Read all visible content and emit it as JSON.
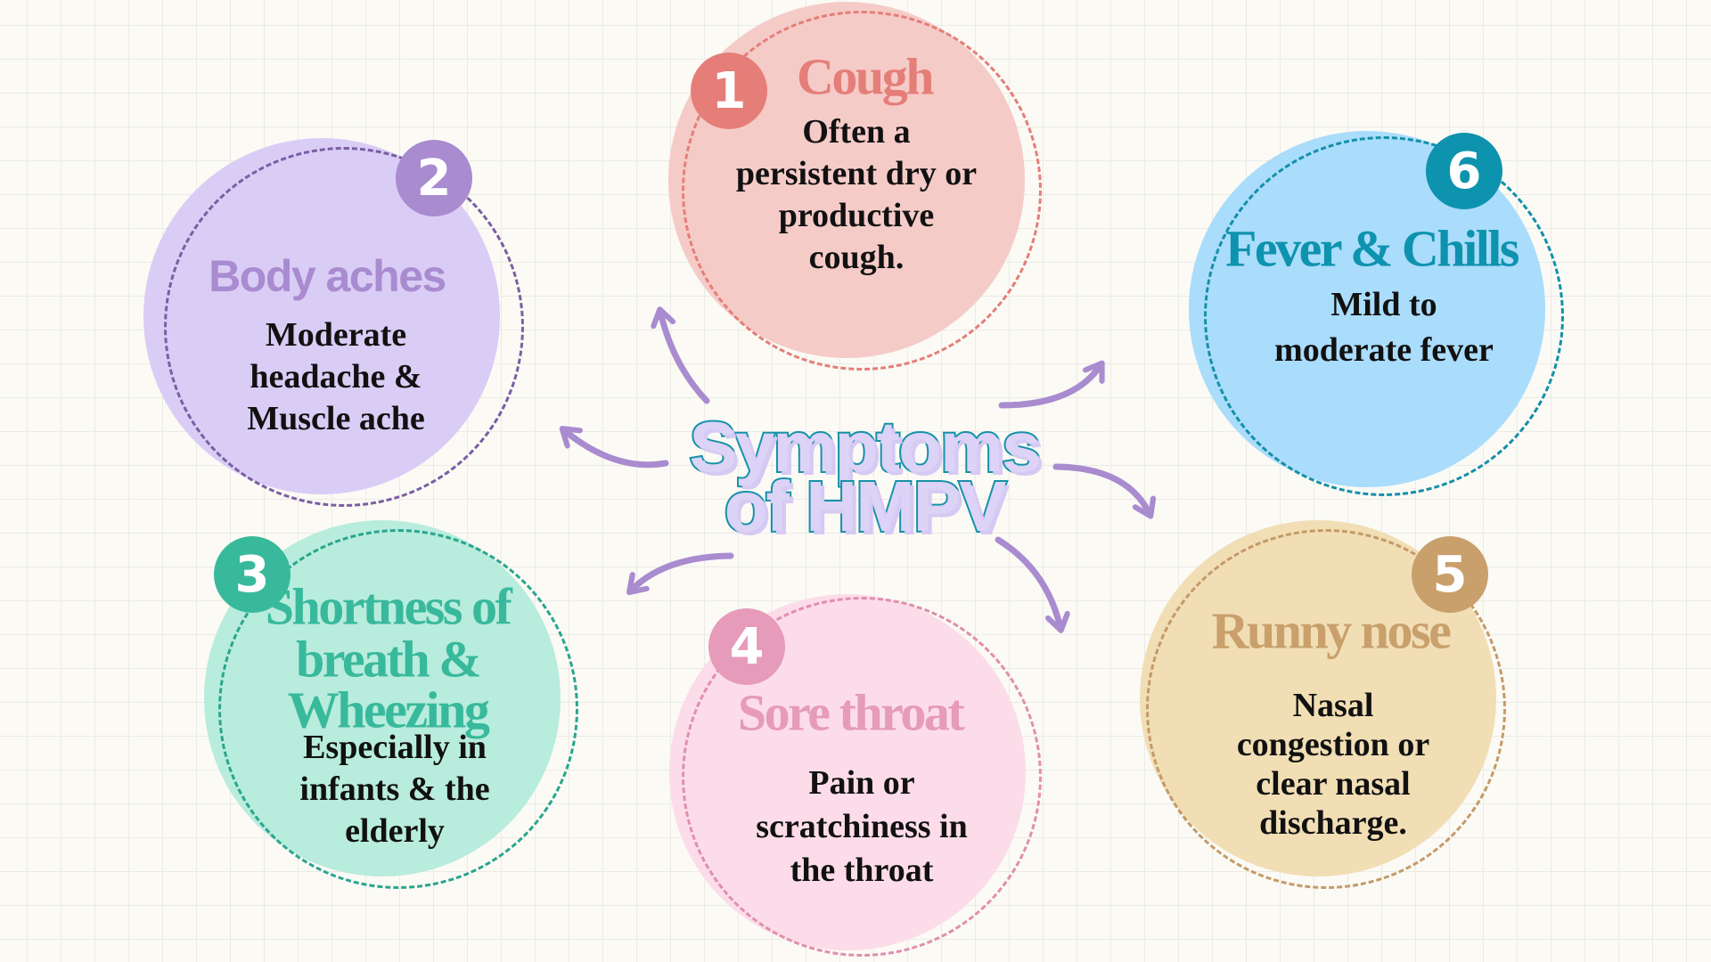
{
  "title": {
    "line1": "Symptoms",
    "line2": "of HMPV"
  },
  "cards": [
    {
      "number": "1",
      "heading": [
        "Cough"
      ],
      "body": [
        "Often a",
        "persistent dry or",
        "productive",
        "cough."
      ],
      "fill": "#f5cbc8",
      "accent": "#e57e78",
      "dash": "#e57e78"
    },
    {
      "number": "2",
      "heading": [
        "Body aches"
      ],
      "body": [
        "Moderate",
        "headache &",
        "Muscle ache"
      ],
      "fill": "#d9cdf6",
      "accent": "#a98bd0",
      "dash": "#7b5ea3"
    },
    {
      "number": "3",
      "heading": [
        "Shortness of",
        "breath &",
        "Wheezing"
      ],
      "body": [
        "Especially in",
        "infants & the",
        "elderly"
      ],
      "fill": "#b8ecdc",
      "accent": "#38b99c",
      "dash": "#2aa58e"
    },
    {
      "number": "4",
      "heading": [
        "Sore throat"
      ],
      "body": [
        "Pain or",
        "scratchiness in",
        "the throat"
      ],
      "fill": "#fcdce9",
      "accent": "#e59bb9",
      "dash": "#e08fae"
    },
    {
      "number": "5",
      "heading": [
        "Runny nose"
      ],
      "body": [
        "Nasal",
        "congestion or",
        "clear nasal",
        "discharge."
      ],
      "fill": "#f1deb5",
      "accent": "#c9a06c",
      "dash": "#c49a68"
    },
    {
      "number": "6",
      "heading": [
        "Fever & Chills"
      ],
      "body": [
        "Mild to",
        "moderate fever"
      ],
      "fill": "#aadcfb",
      "accent": "#0e93ae",
      "dash": "#1390a8"
    }
  ],
  "colors": {
    "arrow": "#a98bd0"
  }
}
